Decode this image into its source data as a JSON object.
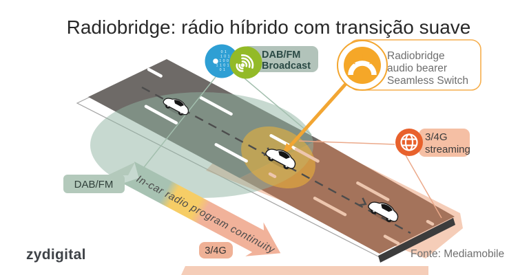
{
  "title": "Radiobridge: rádio híbrido com transição suave",
  "broadcast_badge": {
    "line1": "DAB/FM",
    "line2": "Broadcast"
  },
  "callout": {
    "line1": "Radiobridge",
    "line2": "audio bearer",
    "line3": "Seamless Switch"
  },
  "streaming_badge": {
    "line1": "3/4G",
    "line2": "streaming"
  },
  "coverage": {
    "dabfm_label": "DAB/FM",
    "g34_label": "3/4G",
    "ribbon_text": "In-car radio program continuity"
  },
  "footer": {
    "brand": "zydigital",
    "source": "Fonte: Mediamobile"
  },
  "icons": {
    "binary_rows": [
      "0 1",
      "1 0 1",
      "1 0 0  1",
      "1 1 0  1 0",
      "0 1"
    ]
  },
  "colors": {
    "dab_ribbon_green": "#a7c2b2",
    "coverage_green": "#8fb4a1",
    "transition_yellow": "#f0b434",
    "streaming_salmon": "#eda47e",
    "road_gray": "#6e6a67",
    "road_brown": "#a4735b",
    "accent_orange": "#f5a728",
    "icon_blue": "#2e9fd4",
    "icon_green": "#93ba27",
    "icon_orange": "#e8612c"
  }
}
